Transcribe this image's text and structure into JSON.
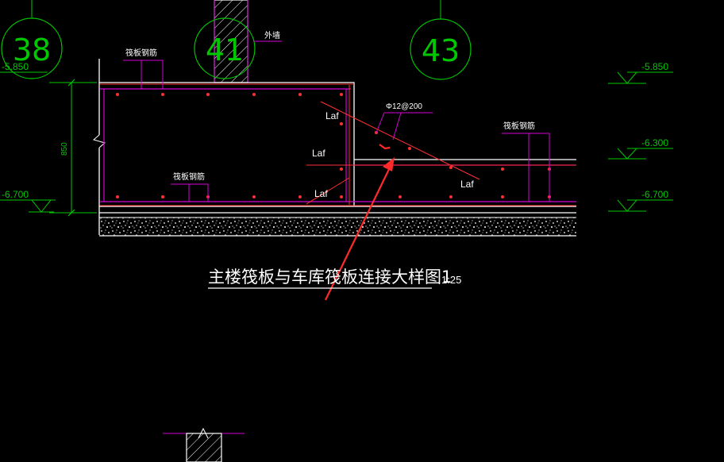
{
  "colors": {
    "background": "#000000",
    "axis_bubble": "#00c800",
    "dimension": "#00c800",
    "rebar": "#d400d4",
    "slab_outline": "#ffffff",
    "red_line": "#ff3030",
    "arrow": "#ff2a2a",
    "text": "#ffffff",
    "yellow_text": "#ffff00",
    "hatch": "#ffffff"
  },
  "axes": {
    "axis_38": "38",
    "axis_41": "41",
    "axis_43": "43"
  },
  "elevations": {
    "left_top": "-5.850",
    "left_bottom": "-6.700",
    "right_top": "-5.850",
    "right_mid": "-6.300",
    "right_bottom": "-6.700"
  },
  "dimension_850": "850",
  "labels": {
    "raft_rebar_top": "筏板钢筋",
    "raft_rebar_bottom": "筏板钢筋",
    "raft_rebar_right": "筏板钢筋",
    "outer_wall": "外墙",
    "rebar_spec": "Φ12@200",
    "laf_1": "Laf",
    "laf_2": "Laf",
    "laf_3": "Laf",
    "laf_4": "Laf"
  },
  "title": {
    "text": "主楼筏板与车库筏板连接大样图1",
    "scale": "1:25"
  }
}
